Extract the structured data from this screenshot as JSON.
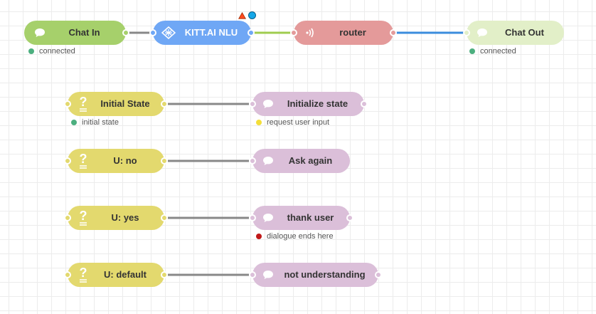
{
  "colors": {
    "green_node": "#a6d06b",
    "light_green_node": "#e2efc8",
    "blue_node": "#6fa7f5",
    "red_node": "#e49a9a",
    "yellow_node": "#e3d96e",
    "purple_node": "#dbbfd9",
    "wire_grey": "#888888",
    "wire_green": "#9fcc4f",
    "wire_blue": "#3b8ddd",
    "status_green": "#4caf7f",
    "status_yellow": "#f3de3a",
    "status_red": "#c01818",
    "badge_red": "#ff4b1f",
    "badge_blue": "#15a7e8"
  },
  "nodes": {
    "chat_in": {
      "label": "Chat In",
      "icon": "chat-bubble-icon",
      "status": "connected",
      "status_color": "green"
    },
    "kitt_nlu": {
      "label": "KITT.AI NLU",
      "icon": "kitt-ai-icon",
      "badges": [
        "warning-triangle-icon",
        "changed-dot-icon"
      ]
    },
    "router": {
      "label": "router",
      "icon": "broadcast-icon"
    },
    "chat_out": {
      "label": "Chat Out",
      "icon": "chat-bubble-icon",
      "status": "connected",
      "status_color": "green"
    },
    "initial_state": {
      "label": "Initial State",
      "icon": "question-mark-icon",
      "status": "initial state",
      "status_color": "green"
    },
    "u_no": {
      "label": "U: no",
      "icon": "question-mark-icon"
    },
    "u_yes": {
      "label": "U: yes",
      "icon": "question-mark-icon"
    },
    "u_default": {
      "label": "U: default",
      "icon": "question-mark-icon"
    },
    "initialize_state": {
      "label": "Initialize state",
      "icon": "chat-bubble-icon",
      "status": "request user input",
      "status_color": "yellow"
    },
    "ask_again": {
      "label": "Ask again",
      "icon": "chat-bubble-icon"
    },
    "thank_user": {
      "label": "thank user",
      "icon": "chat-bubble-icon",
      "status": "dialogue ends here",
      "status_color": "red"
    },
    "not_understanding": {
      "label": "not understanding",
      "icon": "chat-bubble-icon"
    }
  }
}
